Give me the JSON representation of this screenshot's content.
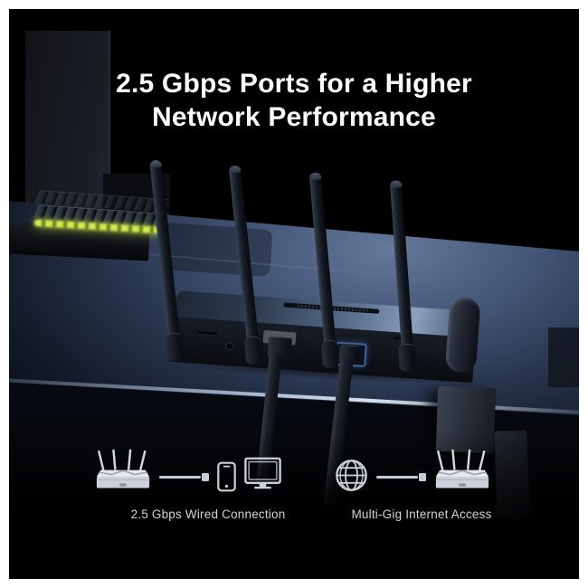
{
  "title": {
    "line1": "2.5 Gbps Ports for a Higher",
    "line2": "Network Performance"
  },
  "features": [
    {
      "id": "wired",
      "label": "2.5 Gbps Wired Connection",
      "icons": [
        "router-icon",
        "cable-connector-icon",
        "smartphone-icon",
        "monitor-icon"
      ]
    },
    {
      "id": "internet",
      "label": "Multi-Gig Internet Access",
      "icons": [
        "globe-icon",
        "cable-connector-icon",
        "router-icon"
      ]
    }
  ],
  "colors": {
    "background": "#000000",
    "frame": "#ffffff",
    "title_text": "#ffffff",
    "label_text": "#cfd4da",
    "icon_color": "#ccd1d8",
    "desk_light": "#5d7090",
    "keyboard_backlight": "#c3e04a",
    "wan_port_accent": "#3c6ea8"
  }
}
